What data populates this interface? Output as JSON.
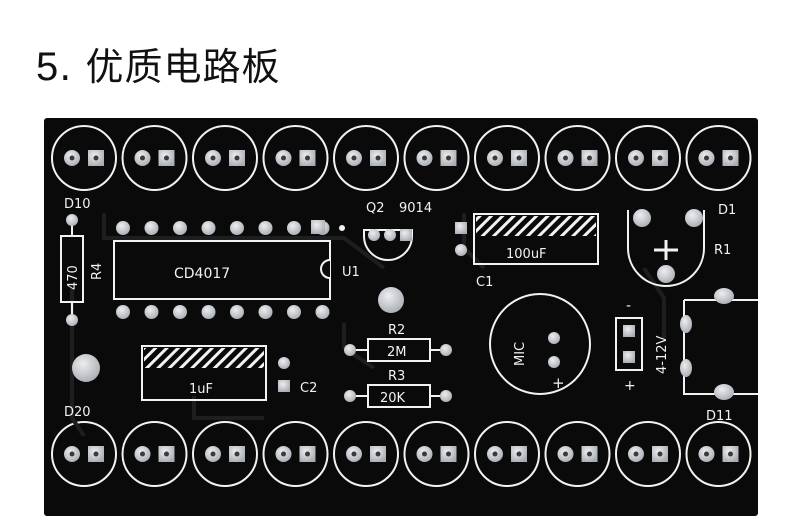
{
  "heading": {
    "number": "5",
    "separator": ".",
    "title": "优质电路板"
  },
  "board": {
    "colors": {
      "board": "#0a0a0a",
      "silk": "#f2f2f2",
      "pad": "#c9ccd0",
      "hole": "#3a3a3a"
    },
    "labels": {
      "d10": "D10",
      "d20": "D20",
      "d1": "D1",
      "d11": "D11",
      "r4": "R4",
      "r4_value": "470",
      "ic_name": "CD4017",
      "u1": "U1",
      "q2": "Q2",
      "q2_model": "9014",
      "c1": "C1",
      "c1_value": "100uF",
      "r1": "R1",
      "r2": "R2",
      "r2_value": "2M",
      "r3": "R3",
      "r3_value": "20K",
      "c2": "C2",
      "c2_value": "1uF",
      "mic": "MIC",
      "mic_plus": "+",
      "power_minus": "-",
      "power_voltage": "4-12V",
      "power_plus": "+"
    }
  }
}
